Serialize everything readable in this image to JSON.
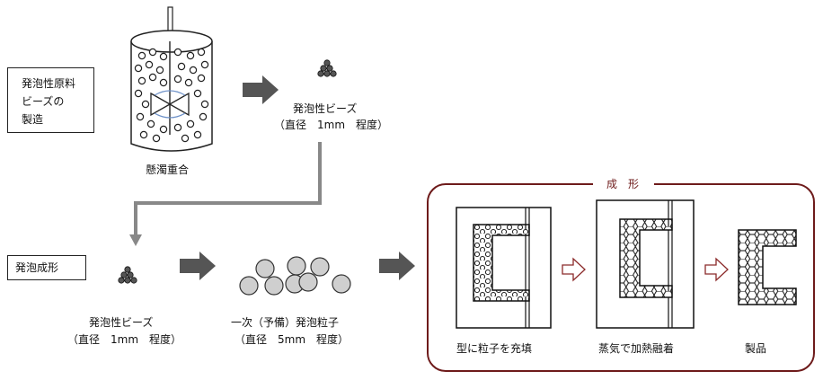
{
  "process_box": {
    "line1": "発泡性原料",
    "line2": "ビーズの",
    "line3": "製造"
  },
  "molding_box": {
    "label": "発泡成形"
  },
  "polymerization_label": "懸濁重合",
  "beads_top": {
    "name": "発泡性ビーズ",
    "size": "（直径　1mm　程度）"
  },
  "beads_bottom": {
    "name": "発泡性ビーズ",
    "size": "（直径　1mm　程度）"
  },
  "pre_expanded": {
    "name": "一次（予備）発泡粒子",
    "size": "（直径　5mm　程度）"
  },
  "molding_panel": {
    "title": "成　形",
    "step1": "型に粒子を充填",
    "step2": "蒸気で加熱融着",
    "step3": "製品"
  },
  "colors": {
    "frame": "#6e1b1b",
    "arrow_fill": "#555555",
    "outline_arrow": "#8b2a2a",
    "gray_particle": "#cccccc"
  }
}
